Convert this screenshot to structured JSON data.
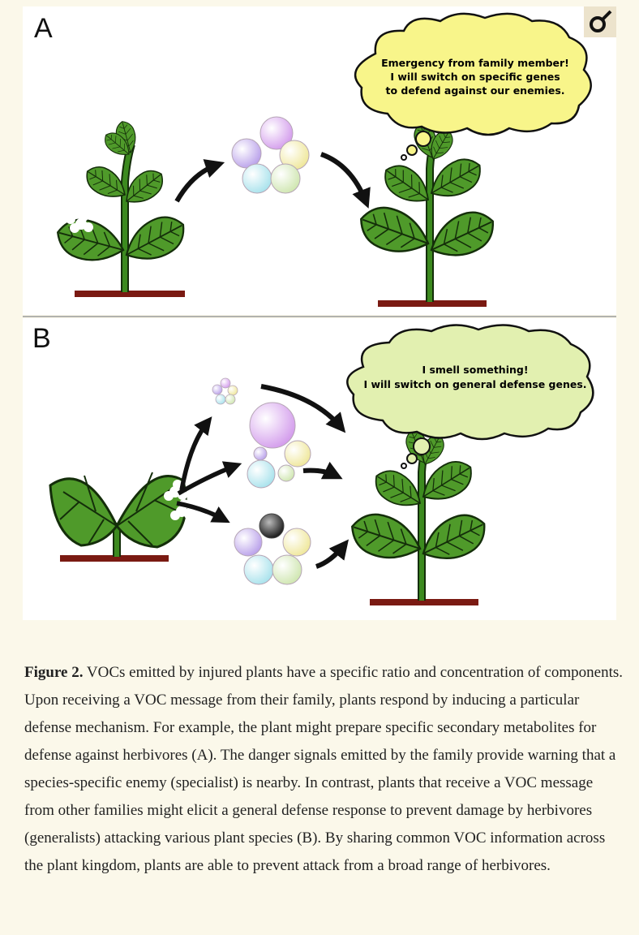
{
  "figure": {
    "panel_a_label": "A",
    "panel_b_label": "B",
    "bubble_a_lines": [
      "Emergency from family member!",
      "I will switch on specific genes",
      "to defend against our enemies."
    ],
    "bubble_b_lines": [
      "I smell something!",
      "I will switch on general defense genes."
    ],
    "logo_icon": "magnifier-logo-icon"
  },
  "caption": {
    "label": "Figure 2.",
    "text": " VOCs emitted by injured plants have a specific ratio and concentration of components. Upon receiving a VOC message from their family, plants respond by inducing a particular defense mechanism. For example, the plant might prepare specific secondary metabolites for defense against herbivores (A). The danger signals emitted by the family provide warning that a species-specific enemy (specialist) is nearby. In contrast, plants that receive a VOC message from other families might elicit a general defense response to prevent damage by herbivores (generalists) attacking various plant species (B). By sharing common VOC information across the plant kingdom, plants are able to prevent attack from a broad range of herbivores."
  },
  "colors": {
    "page_bg": "#fbf8ea",
    "leaf": "#4f9a2a",
    "stem": "#3c8a1f",
    "soil": "#7a1a12",
    "bubble_a": "#f8f58a",
    "bubble_b": "#e2f0b0",
    "voc_purple": "#d6a6ee",
    "voc_violet": "#c9b6ee",
    "voc_yellow": "#f9f5c0",
    "voc_cyan": "#c8eef0",
    "voc_green": "#dff0c8",
    "voc_dark": "#333333"
  }
}
